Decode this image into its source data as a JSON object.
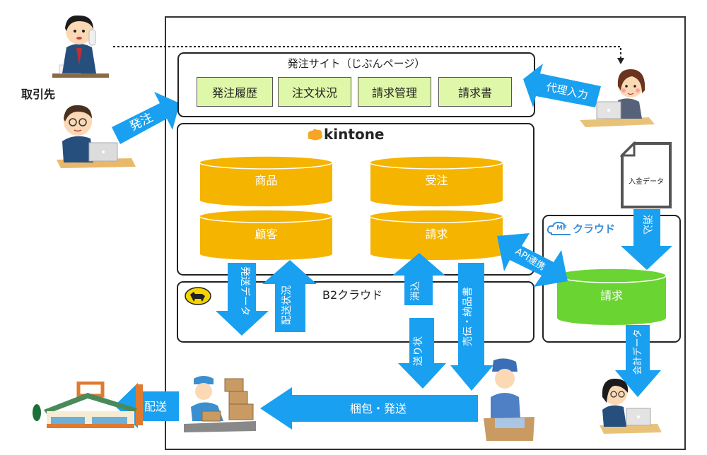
{
  "colors": {
    "arrow_blue": "#1aa0f0",
    "db_yellow": "#f5b400",
    "db_green": "#6ad433",
    "feature_bg": "#dff7a8",
    "kintone_orange": "#f6a623",
    "mf_blue": "#3b8fd9"
  },
  "actors": {
    "client_label": "取引先",
    "client_phone": "client-on-phone",
    "client_pc": "client-at-computer",
    "operator": "operator-at-computer",
    "accountant": "accountant-at-computer",
    "warehouse_worker": "warehouse-worker",
    "packer": "packing-worker",
    "store": "customer-store"
  },
  "order_site": {
    "title": "発注サイト（じぶんページ）",
    "features": [
      "発注履歴",
      "注文状況",
      "請求管理",
      "請求書"
    ]
  },
  "kintone": {
    "logo_text": "kintone",
    "databases": [
      "商品",
      "顧客",
      "受注",
      "請求"
    ]
  },
  "b2": {
    "title": "B2クラウド"
  },
  "mf": {
    "logo_mark": "MF",
    "logo_text": "クラウド",
    "database": "請求"
  },
  "document": {
    "label": "入金データ"
  },
  "arrows": {
    "order": "発注",
    "proxy_input": "代理入力",
    "ship_data": "発送データ",
    "delivery_status": "配送状況",
    "reconcile_kintone": "消込",
    "slip": "送り状",
    "invoice_delivery_note": "売伝・納品書",
    "api": "API連携",
    "reconcile_mf": "消込",
    "accounting_data": "会計データ",
    "pack_ship": "梱包・発送",
    "delivery": "配送"
  }
}
